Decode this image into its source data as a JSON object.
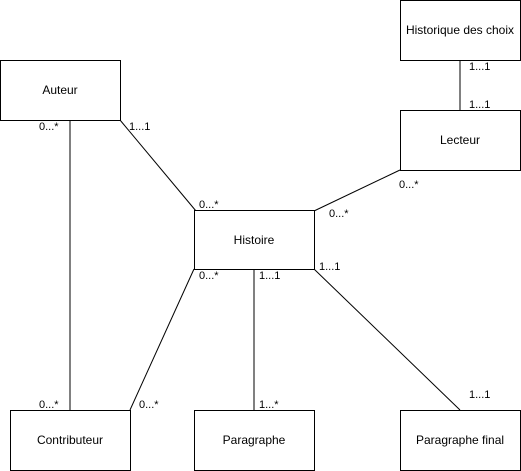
{
  "entities": {
    "auteur": "Auteur",
    "historique": "Historique des choix",
    "lecteur": "Lecteur",
    "histoire": "Histoire",
    "contributeur": "Contributeur",
    "paragraphe": "Paragraphe",
    "paragraphe_final": "Paragraphe final"
  },
  "multiplicities": {
    "auteur_contrib_top": "0...*",
    "auteur_histoire_top": "1...1",
    "histoire_auteur": "0...*",
    "historique_lecteur_top": "1...1",
    "historique_lecteur_bottom": "1...1",
    "lecteur_histoire_top": "0...*",
    "histoire_lecteur": "0...*",
    "histoire_contrib": "0...*",
    "histoire_paragraphe": "1...1",
    "histoire_final": "1...1",
    "contrib_auteur_bottom": "0...*",
    "contrib_histoire": "0...*",
    "paragraphe_histoire": "1...*",
    "final_histoire": "1...1"
  }
}
